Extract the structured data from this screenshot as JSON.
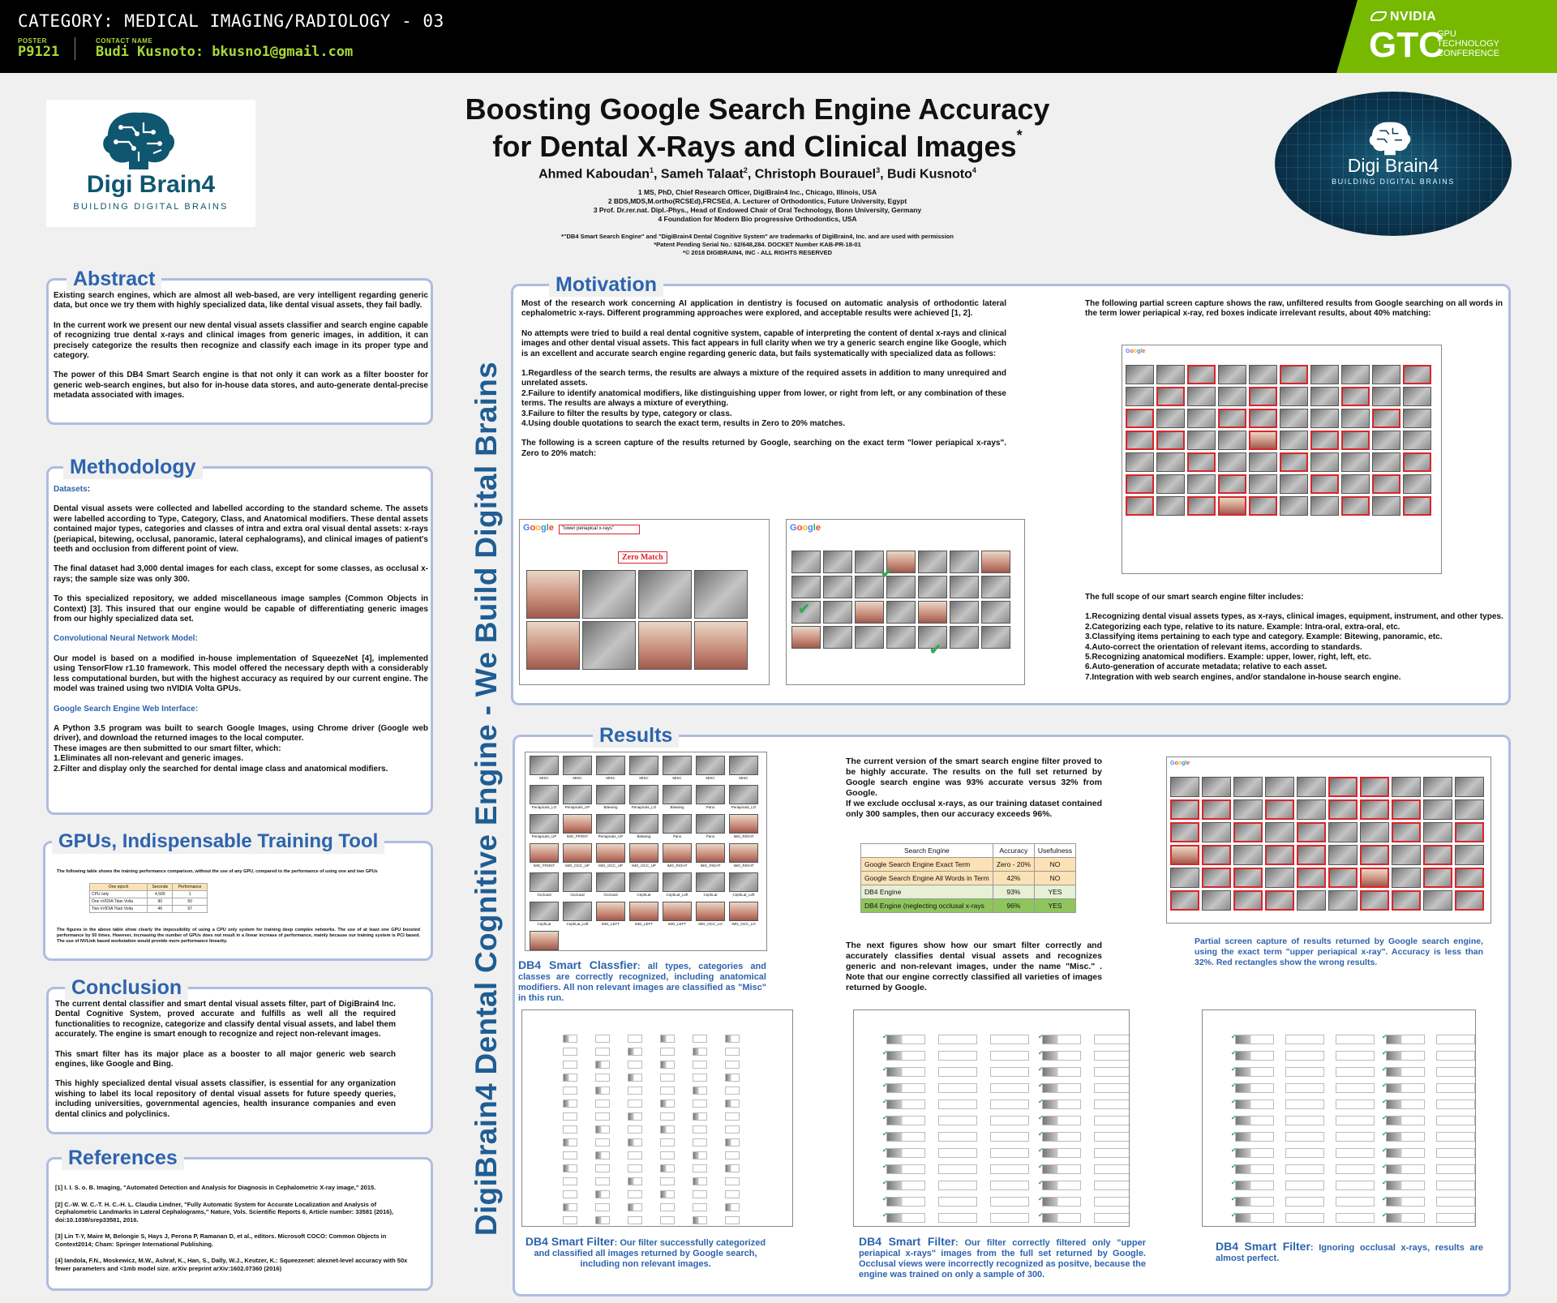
{
  "header": {
    "category": "CATEGORY: MEDICAL IMAGING/RADIOLOGY - 03",
    "poster_label": "POSTER",
    "poster_id": "P9121",
    "contact_label": "CONTACT NAME",
    "contact": "Budi Kusnoto: bkusno1@gmail.com",
    "nvidia": "NVIDIA",
    "gtc": "GTC",
    "gtc_lines": [
      "GPU",
      "TECHNOLOGY",
      "CONFERENCE"
    ]
  },
  "logo": {
    "name": "Digi Brain4",
    "tagline": "BUILDING DIGITAL BRAINS"
  },
  "title_line1": "Boosting Google Search Engine Accuracy",
  "title_line2": "for Dental X-Rays and Clinical Images",
  "title_mark": "*",
  "authors": [
    {
      "name": "Ahmed Kaboudan",
      "sup": "1"
    },
    {
      "name": "Sameh Talaat",
      "sup": "2"
    },
    {
      "name": "Christoph Bourauel",
      "sup": "3"
    },
    {
      "name": "Budi Kusnoto",
      "sup": "4"
    }
  ],
  "affiliations": [
    "1 MS, PhD, Chief Research Officer, DigiBrain4 Inc., Chicago, Illinois, USA",
    "2 BDS,MDS,M.ortho(RCSEd),FRCSEd, A. Lecturer of Orthodontics, Future University, Egypt",
    "3 Prof. Dr.rer.nat. Dipl.-Phys., Head of Endowed Chair of Oral Technology, Bonn University, Germany",
    "4 Foundation for Modern Bio progressive Orthodontics, USA"
  ],
  "trademarks": [
    "*\"DB4 Smart Search Engine\" and \"DigiBrain4 Dental Cognitive System\" are trademarks of DigiBrain4, Inc. and are used with permission",
    "*Patent Pending Serial No.: 62/648,284. DOCKET Number KAB-PR-18-01",
    "*© 2018 DIGIBRAIN4, INC - ALL RIGHTS RESERVED"
  ],
  "vertical_banner": "DigiBrain4 Dental Cognitive Engine - We Build Digital Brains",
  "abstract": {
    "title": "Abstract",
    "paragraphs": [
      "Existing search engines, which are almost all web-based, are very intelligent regarding generic data, but once we try them with highly specialized data, like dental visual assets, they fail badly.",
      "In the current work we present our new dental visual assets classifier and search engine capable of recognizing true dental x-rays and clinical images from generic images, in addition, it can precisely categorize the results then recognize and classify each image in its proper type and category.",
      "The power of this DB4 Smart Search engine is that not only it can work as a filter booster for generic web-search engines, but also for in-house data stores, and auto-generate dental-precise metadata associated with images."
    ]
  },
  "methodology": {
    "title": "Methodology",
    "datasets_heading": "Datasets",
    "datasets_colon": ":",
    "datasets": [
      "Dental visual assets were collected and labelled according to the standard scheme. The assets were labelled according to Type, Category, Class, and Anatomical modifiers. These dental assets contained major types, categories and classes of intra and extra oral visual dental assets: x-rays (periapical, bitewing, occlusal, panoramic, lateral cephalograms), and clinical images of patient's teeth and occlusion from different point of view.",
      "The final dataset had 3,000 dental images for each class, except for some classes, as occlusal x-rays; the sample size was only 300.",
      "To this specialized repository, we added miscellaneous image samples (Common Objects in Context) [3]. This insured that our engine would be capable of differentiating generic images from our highly specialized data set."
    ],
    "cnn_heading": "Convolutional Neural Network Model:",
    "cnn": "Our model is based on a modified in-house implementation of SqueezeNet [4], implemented using TensorFlow r1.10 framework. This model offered the necessary depth with a considerably less computational burden, but with the highest accuracy as required by our current engine. The model was trained using two nVIDIA Volta GPUs.",
    "web_heading": "Google Search Engine Web Interface:",
    "web": "A Python 3.5 program was built to search Google Images, using Chrome driver (Google web driver), and download the returned images to the local computer.",
    "web2": "These images are then submitted to our smart filter, which:",
    "web_items": [
      "1.Eliminates all non-relevant and generic images.",
      "2.Filter and display only the searched for dental image class and anatomical modifiers."
    ]
  },
  "gpus": {
    "title": "GPUs, Indispensable Training Tool",
    "intro": "The following table shows the training performance comparison, without the use of any GPU, compared to the performance of using one and two GPUs",
    "headers": [
      "One epoch",
      "Seconds",
      "Performance"
    ],
    "rows": [
      [
        "CPU only",
        "4,500",
        "1"
      ],
      [
        "One nVIDIA Titan Volta",
        "90",
        "50"
      ],
      [
        "Two nVIDIA Titan Volta",
        "46",
        "97"
      ]
    ],
    "note": "The figures in the above table show clearly the impossibility of using a CPU only system for training deep complex networks. The use of at least one GPU boosted performance by 50 times. However, increasing the number of GPUs does not result in a linear increase of performance, mainly because our training system is PCI based. The use of NVLink based workstation would provide more performance linearity."
  },
  "conclusion": {
    "title": "Conclusion",
    "paragraphs": [
      "The current dental classifier and smart dental visual assets filter, part of DigiBrain4 Inc. Dental Cognitive System, proved accurate and fulfills as well all the required functionalities to recognize, categorize and classify dental visual assets, and label them accurately. The engine is smart enough to recognize and reject non-relevant images.",
      "This smart filter has its major place as a booster to all major generic web search engines, like Google and Bing.",
      "This highly specialized dental visual assets classifier, is essential for any organization wishing to label its local repository of dental visual assets for future speedy queries, including universities, governmental agencies, health insurance companies and even dental clinics and polyclinics."
    ]
  },
  "references": {
    "title": "References",
    "items": [
      "[1]  I. I. S. o. B. Imaging, \"Automated Detection and Analysis for Diagnosis in Cephalometric X-ray image,\" 2015.",
      "[2]  C.-W. W. C.-T. H. C.-H. L. Claudia Lindner, \"Fully Automatic System for Accurate Localization and Analysis of Cephalometric Landmarks in Lateral Cephalograms,\" Nature, Vols. Scientific Reports 6, Article number: 33581 (2016), doi:10.1038/srep33581, 2016.",
      "[3] Lin T-Y, Maire M, Belongie S, Hays J, Perona P, Ramanan D, et al., editors. Microsoft COCO: Common Objects in Context2014; Cham: Springer International Publishing.",
      "[4] Iandola, F.N., Moskewicz, M.W., Ashraf, K., Han, S., Dally, W.J., Keutzer, K.: Squeezenet: alexnet-level accuracy with 50x fewer parameters and <1mb model size. arXiv preprint arXiv:1602.07360 (2016)"
    ]
  },
  "motivation": {
    "title": "Motivation",
    "p1": "Most of the research work concerning AI application in dentistry is focused on automatic analysis of orthodontic lateral cephalometric x-rays. Different programming approaches were explored, and acceptable results were achieved [1, 2].",
    "p2": "No attempts were tried to build a real dental cognitive system, capable of interpreting the content of dental x-rays and clinical images and other dental visual assets. This fact appears in full clarity when we try a generic search engine like Google, which is an excellent and accurate search engine regarding generic data, but fails systematically with specialized data as follows:",
    "failures": [
      "1.Regardless of the search terms, the results are always a mixture of the required assets in addition to many unrequired and unrelated assets.",
      "2.Failure to identify anatomical modifiers, like distinguishing upper from lower, or right from left, or any combination of these terms. The results are always a mixture of everything.",
      "3.Failure to filter the results by type, category or class.",
      "4.Using double quotations to search the exact term, results in Zero to 20% matches."
    ],
    "p3": "The following is a screen capture of the results returned by Google, searching on the exact term \"lower periapical x-rays\". Zero to 20% match:",
    "zero_match": "Zero Match",
    "search_query": "\"lower periapical x-rays\"",
    "right_p1": "The following partial screen capture shows the raw, unfiltered results from Google searching on all words in the term lower periapical x-ray, red boxes indicate irrelevant results, about 40% matching:",
    "scope_title": "The full scope of our smart search engine filter includes:",
    "scope": [
      "1.Recognizing dental visual assets types, as x-rays, clinical images, equipment, instrument, and other types.",
      "2.Categorizing each type, relative to its nature. Example: Intra-oral, extra-oral, etc.",
      "3.Classifying items pertaining to each type and category. Example: Bitewing, panoramic, etc.",
      "4.Auto-correct the orientation of relevant items, according to standards.",
      "5.Recognizing anatomical modifiers. Example: upper, lower, right, left, etc.",
      "6.Auto-generation of accurate metadata; relative to each asset.",
      "7.Integration with web search engines, and/or standalone in-house search engine."
    ]
  },
  "results": {
    "title": "Results",
    "class_labels": [
      "MISC",
      "MISC",
      "MISC",
      "MISC",
      "MISC",
      "MISC",
      "MISC",
      "Periapicals_LO",
      "Periapicals_UP",
      "Bitewing",
      "Periapicals_LO",
      "Bitewing",
      "Pano",
      "Periapicals_LO",
      "Periapicals_UP",
      "IMG_FRONT",
      "Periapicals_UP",
      "Bitewing",
      "Pano",
      "Pano",
      "IMG_RIGHT",
      "IMG_FRONT",
      "IMG_OCC_UP",
      "IMG_OCC_UP",
      "IMG_OCC_UP",
      "IMG_RIGHT",
      "IMG_RIGHT",
      "IMG_RIGHT",
      "Occlusal",
      "Occlusal",
      "Occlusal",
      "CephLat",
      "CephLat_Left",
      "CephLat",
      "CephLat_Left",
      "CephLat",
      "CephLat_Left",
      "IMG_LEFT",
      "IMG_LEFT",
      "IMG_LEFT",
      "IMG_OCC_LO",
      "IMG_OCC_LO",
      "IMG_OCC_LO"
    ],
    "classifier_caption_title": "DB4 Smart Classfier",
    "classifier_caption": ": all types, categories and classes are correctly recognized, including anatomical modifiers. All non relevant images are classified as \"Misc\" in this run.",
    "p1": "The current version of the smart search engine filter proved to be highly accurate. The results on the full set returned by Google search engine was 93% accurate versus 32% from Google.",
    "p2": "If we exclude occlusal x-rays, as our training dataset contained only 300 samples, then our accuracy exceeds 96%.",
    "table_headers": [
      "Search Engine",
      "Accuracy",
      "Usefulness"
    ],
    "table_rows": [
      {
        "engine": "Google Search Engine Exact Term",
        "accuracy": "Zero - 20%",
        "useful": "NO",
        "color": "#fbe2b6"
      },
      {
        "engine": "Google Search Engine All Words in Term",
        "accuracy": "42%",
        "useful": "NO",
        "color": "#fbe2b6"
      },
      {
        "engine": "DB4 Engine",
        "accuracy": "93%",
        "useful": "YES",
        "color": "#e7efd5"
      },
      {
        "engine": "DB4 Engine (neglecting occlusal x-rays",
        "accuracy": "96%",
        "useful": "YES",
        "color": "#8fc55d"
      }
    ],
    "p3": "The next figures show how our smart filter correctly and accurately classifies dental visual assets and recognizes generic and non-relevant images, under the name \"Misc.\" . Note that our engine correctly classified all varieties of images returned by Google.",
    "right_caption": "Partial screen capture of results returned by Google search engine, using the exact term \"upper periapical x-ray\". Accuracy is less than 32%. Red rectangles show the wrong results.",
    "filter_title": "DB4 Smart Filter",
    "filter1": ": Our filter successfully categorized and classified all images returned by Google search, including non relevant images.",
    "filter2": ": Our filter correctly filtered only \"upper periapical x-rays\" images from the full set returned by Google. Occlusal views were incorrectly recognized as positve, because the engine was trained on only a sample of 300.",
    "filter3": ": Ignoring occlusal x-rays, results are almost perfect."
  }
}
